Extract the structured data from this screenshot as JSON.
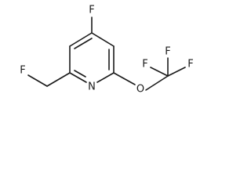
{
  "molecule": {
    "atoms": {
      "fluorine_top": "F",
      "fluorine_methyl": "F",
      "nitrogen": "N",
      "oxygen": "O",
      "fluorine_cf3_top": "F",
      "fluorine_cf3_left": "F",
      "fluorine_cf3_right": "F"
    }
  }
}
